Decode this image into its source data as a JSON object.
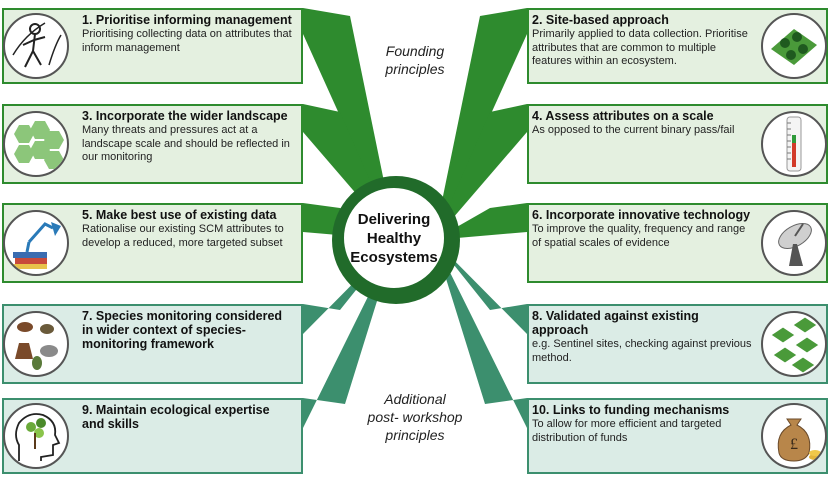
{
  "center": {
    "line1": "Delivering",
    "line2": "Healthy",
    "line3": "Ecosystems"
  },
  "founding_label": {
    "line1": "Founding",
    "line2": "principles"
  },
  "additional_label": {
    "line1": "Additional",
    "line2": "post- workshop",
    "line3": "principles"
  },
  "colors": {
    "founding": "#2e8b2e",
    "additional": "#3c8f6e",
    "center": "#216b2a"
  },
  "cards": [
    {
      "title": "1. Prioritise informing management",
      "body": "Prioritising collecting data on attributes that inform management",
      "icon": "decision-figure-icon"
    },
    {
      "title": "2. Site-based approach",
      "body": "Primarily applied to data collection. Prioritise attributes that are common to multiple features within an ecosystem.",
      "icon": "trees-map-icon"
    },
    {
      "title": "3. Incorporate the wider landscape",
      "body": "Many threats and pressures act at a landscape scale and should be reflected in our monitoring",
      "icon": "hexagons-icon"
    },
    {
      "title": "4. Assess attributes on a scale",
      "body": "As opposed to the current binary pass/fail",
      "icon": "thermometer-icon"
    },
    {
      "title": "5. Make best use of existing data",
      "body": "Rationalise our existing SCM attributes to develop a reduced, more targeted subset",
      "icon": "books-lamp-icon"
    },
    {
      "title": "6. Incorporate innovative technology",
      "body": "To improve the quality, frequency and range of spatial scales of evidence",
      "icon": "satellite-dish-icon"
    },
    {
      "title": "7. Species monitoring considered in wider context of species-monitoring framework",
      "body": "",
      "icon": "animals-icon"
    },
    {
      "title": "8. Validated against existing approach",
      "body": "e.g. Sentinel sites, checking against previous method.",
      "icon": "sentinel-sites-icon"
    },
    {
      "title": "9. Maintain ecological expertise and skills",
      "body": "",
      "icon": "head-tree-icon"
    },
    {
      "title": "10. Links to funding mechanisms",
      "body": "To allow for more efficient and targeted distribution of funds",
      "icon": "money-bag-icon"
    }
  ]
}
